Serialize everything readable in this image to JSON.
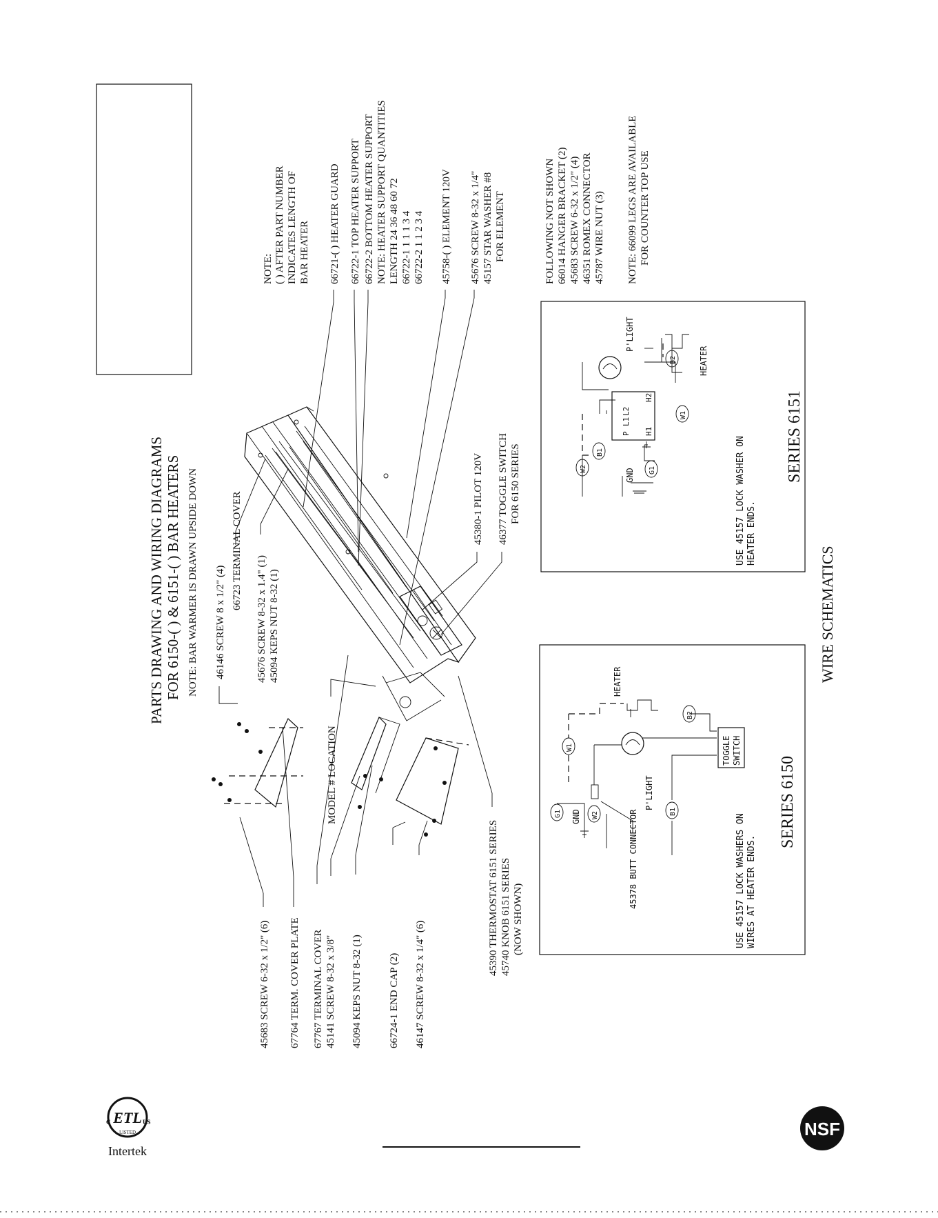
{
  "title": {
    "line1": "PARTS DRAWING AND WIRING DIAGRAMS",
    "line2": "FOR 6150-( )  & 6151-( ) BAR HEATERS",
    "note": "NOTE: BAR WARMER IS DRAWN UPSIDE DOWN"
  },
  "callouts_left": [
    "45683 SCREW 6-32 x 1/2\"  (6)",
    "67764 TERM. COVER PLATE",
    "67767 TERMINAL COVER",
    "45141  SCREW 8-32 x 3/8\"",
    "45094 KEPS NUT 8-32 (1)",
    "66724-1 END CAP (2)",
    "46147 SCREW  8-32 x 1/4\"  (6)"
  ],
  "callouts_bottom": [
    "45390 THERMOSTAT 6151 SERIES",
    "45740 KNOB 6151  SERIES",
    "(NOW SHOWN)"
  ],
  "callouts_top": [
    "46146 SCREW 8 x 1/2\" (4)",
    "66723 TERMINAL COVER",
    "45676 SCREW 8-32 x 1.4\" (1)",
    "45094 KEPS NUT 8-32 (1)"
  ],
  "model_location": "MODEL # LOCATION",
  "callouts_mid": [
    "45380-1 PILOT  120V",
    "46377 TOGGLE SWITCH",
    "FOR 6150 SERIES"
  ],
  "notes_right": [
    "NOTE:",
    "( ) AFTER PART NUMBER",
    "INDICATES LENGTH OF",
    "BAR HEATER",
    "66721-( ) HEATER GUARD",
    "66722-1  TOP HEATER SUPPORT",
    "66722-2 BOTTOM HEATER SUPPORT",
    "NOTE: HEATER SUPPORT QUANTITIES",
    "LENGTH    24   36   48   60   72",
    "66722-1      1      1      1      3      4",
    "66722-2      1      1      2      3      4",
    "45758-( ) ELEMENT 120V",
    "45676 SCREW 8-32 x 1/4\"",
    "45157 STAR WASHER #8",
    "FOR ELEMENT"
  ],
  "not_shown": [
    "FOLLOWING NOT SHOWN",
    "66014 HANGER BRACKET (2)",
    "45683 SCREW 6-32 x 1/2\"  (4)",
    "46351  ROMEX CONNECTOR",
    "45787  WIRE NUT (3)"
  ],
  "legs_note": [
    "NOTE: 66099 LEGS ARE AVAILABLE",
    "FOR COUNTER TOP USE"
  ],
  "wire_schematics_label": "WIRE SCHEMATICS",
  "series_6151": {
    "label": "SERIES 6151",
    "note_line1": "USE 45157 LOCK WASHER ON",
    "note_line2": "HEATER ENDS.",
    "gnd": "GND",
    "plight": "P'LIGHT",
    "heater": "HEATER",
    "terminals": [
      "P",
      "L1",
      "L2",
      "H1",
      "H2"
    ],
    "wire_tags": [
      "W2",
      "B1",
      "G1",
      "W1",
      "B2"
    ]
  },
  "series_6150": {
    "label": "SERIES 6150",
    "note_line1": "USE 45157 LOCK WASHERS ON",
    "note_line2": "WIRES AT HEATER ENDS.",
    "gnd": "GND",
    "plight": "P'LIGHT",
    "heater": "HEATER",
    "toggle_line1": "TOGGLE",
    "toggle_line2": "SWITCH",
    "butt": "45378 BUTT CONNECTOR",
    "wire_tags": [
      "G1",
      "W2",
      "W1",
      "B1",
      "B2"
    ]
  },
  "logos": {
    "etl_letters": "ETL",
    "etl_listed": "LISTED",
    "etl_c": "C",
    "etl_us": "US",
    "intertek": "Intertek",
    "nsf": "NSF"
  }
}
